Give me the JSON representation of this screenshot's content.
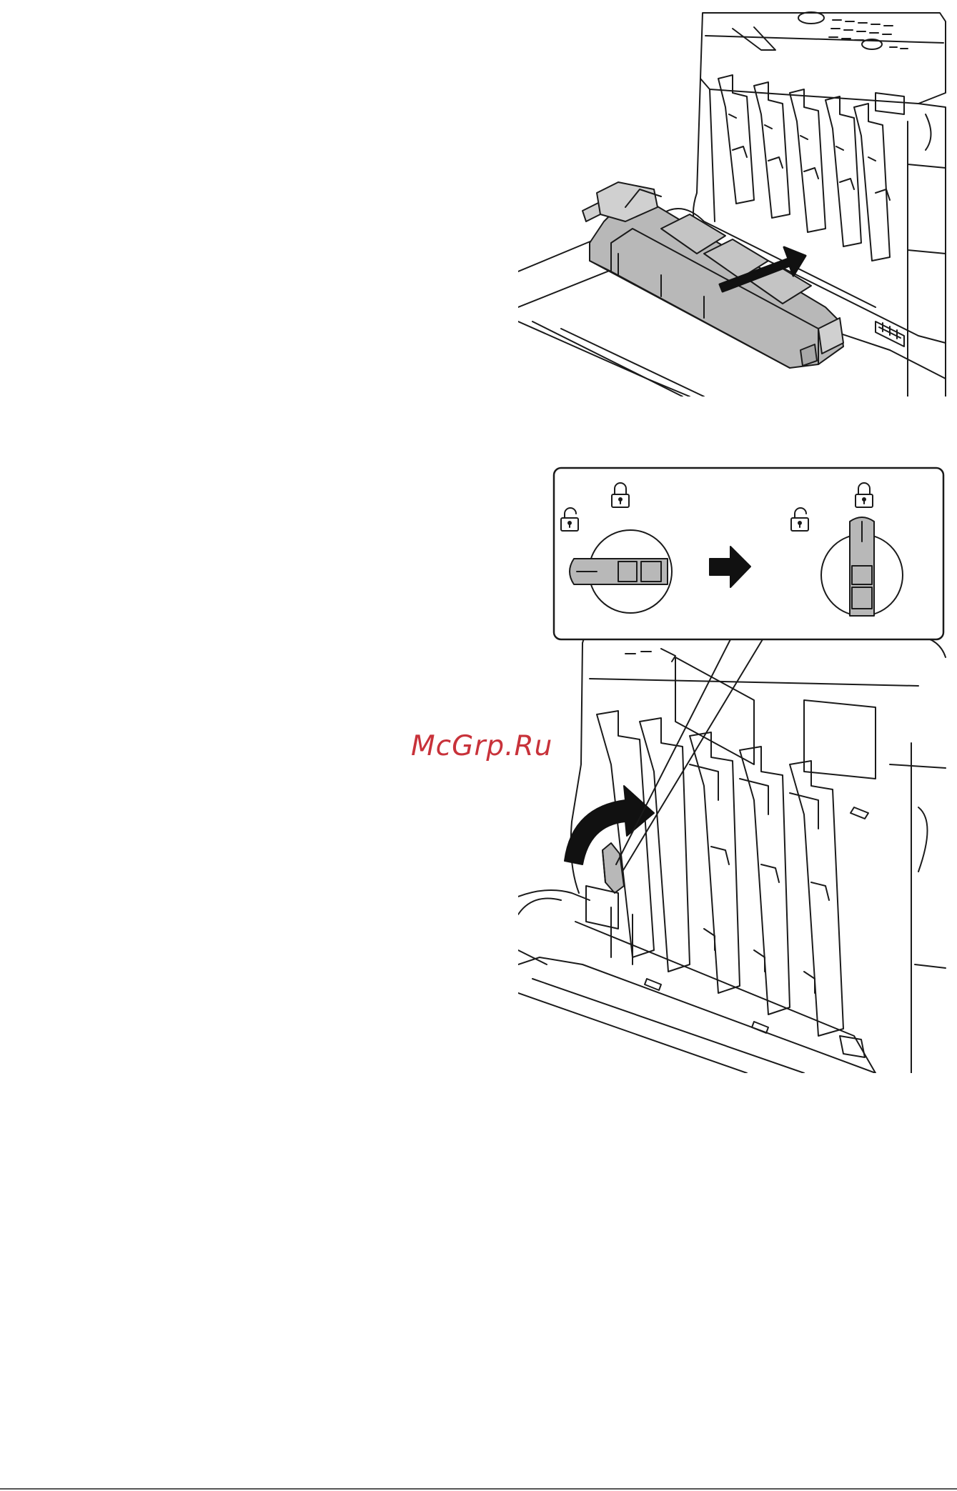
{
  "watermark": {
    "text": "McGrp.Ru"
  },
  "colors": {
    "ink": "#1a1a1a",
    "part_fill": "#b8b8b8",
    "part_fill_light": "#d0d0d0",
    "watermark": "#c8323a",
    "page_rule": "#555555",
    "background": "#ffffff"
  },
  "illustrations": {
    "top": {
      "icon": "waste-toner-box-insertion-illustration",
      "arrow_icon": "insert-direction-arrow"
    },
    "bottom": {
      "icon": "lock-lever-rotation-illustration",
      "callout_icon": "lever-lock-callout",
      "unlocked_icon": "unlocked-padlock-icon",
      "locked_icon": "locked-padlock-icon",
      "arrow_icon": "rotate-lever-arrow"
    }
  }
}
